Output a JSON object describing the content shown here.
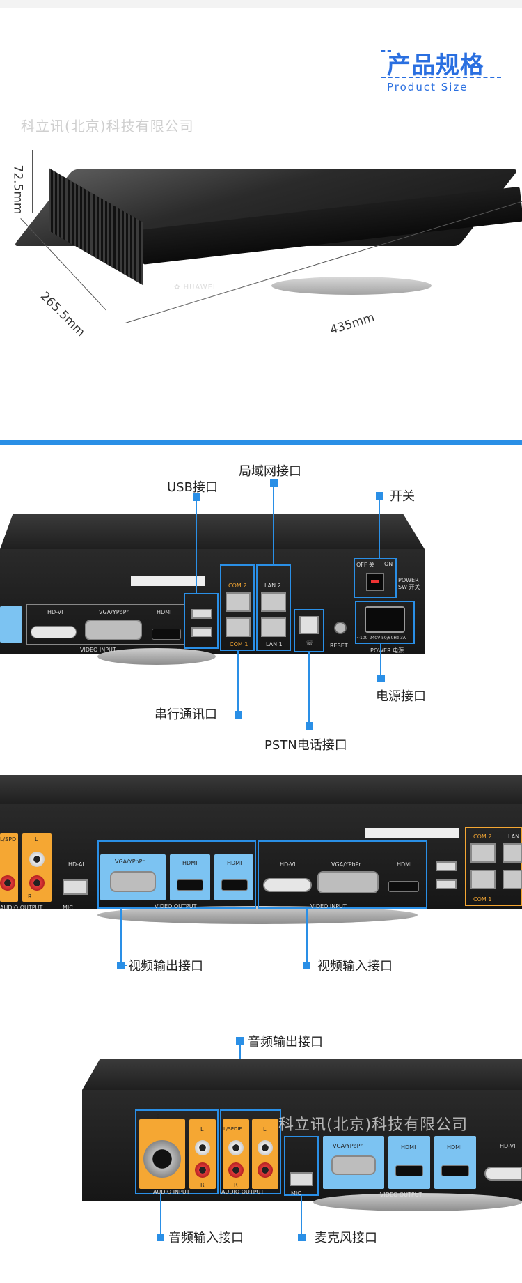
{
  "header": {
    "title": "产品规格",
    "subtitle": "Product Size"
  },
  "watermark": "科立讯(北京)科技有限公司",
  "device": {
    "brand": "HUAWEI",
    "dims": {
      "height": "72.5mm",
      "depth": "265.5mm",
      "width": "435mm"
    }
  },
  "rear": {
    "labels": {
      "usb": "USB接口",
      "lan": "局域网接口",
      "switch": "开关",
      "power": "电源接口",
      "serial": "串行通讯口",
      "pstn": "PSTN电话接口"
    },
    "panel_text": {
      "com2": "COM 2",
      "com1": "COM 1",
      "lan2": "LAN 2",
      "lan1": "LAN 1",
      "reset": "RESET",
      "off": "OFF 关",
      "on": "ON",
      "power_sw": "POWER SW 开关",
      "power": "POWER 电源",
      "rating": "~100-240V 50/60Hz 3A",
      "hdvi": "HD-VI",
      "vga": "VGA/YPbPr",
      "hdmi": "HDMI",
      "video_input": "VIDEO INPUT"
    }
  },
  "video": {
    "labels": {
      "video_out": "视频输出接口",
      "video_in": "视频输入接口"
    },
    "panel_text": {
      "hdai": "HD-AI",
      "mic": "MIC",
      "vga": "VGA/YPbPr",
      "hdmi": "HDMI",
      "hdvi": "HD-VI",
      "video_output": "VIDEO OUTPUT",
      "video_input": "VIDEO INPUT",
      "audio_output": "AUDIO OUTPUT",
      "com2": "COM 2",
      "com1": "COM 1",
      "lan": "LAN",
      "spdif": "L/SPDIF",
      "l": "L",
      "r": "R"
    }
  },
  "audio": {
    "labels": {
      "audio_out": "音频输出接口",
      "audio_in": "音频输入接口",
      "mic": "麦克风接口"
    },
    "panel_text": {
      "audio_input": "AUDIO INPUT",
      "audio_output": "AUDIO OUTPUT",
      "spdif": "L/SPDIF",
      "l": "L",
      "r": "R",
      "mic": "MIC",
      "vga": "VGA/YPbPr",
      "hdmi": "HDMI",
      "hdvi": "HD-VI",
      "video_output": "VIDEO OUTPUT"
    }
  }
}
